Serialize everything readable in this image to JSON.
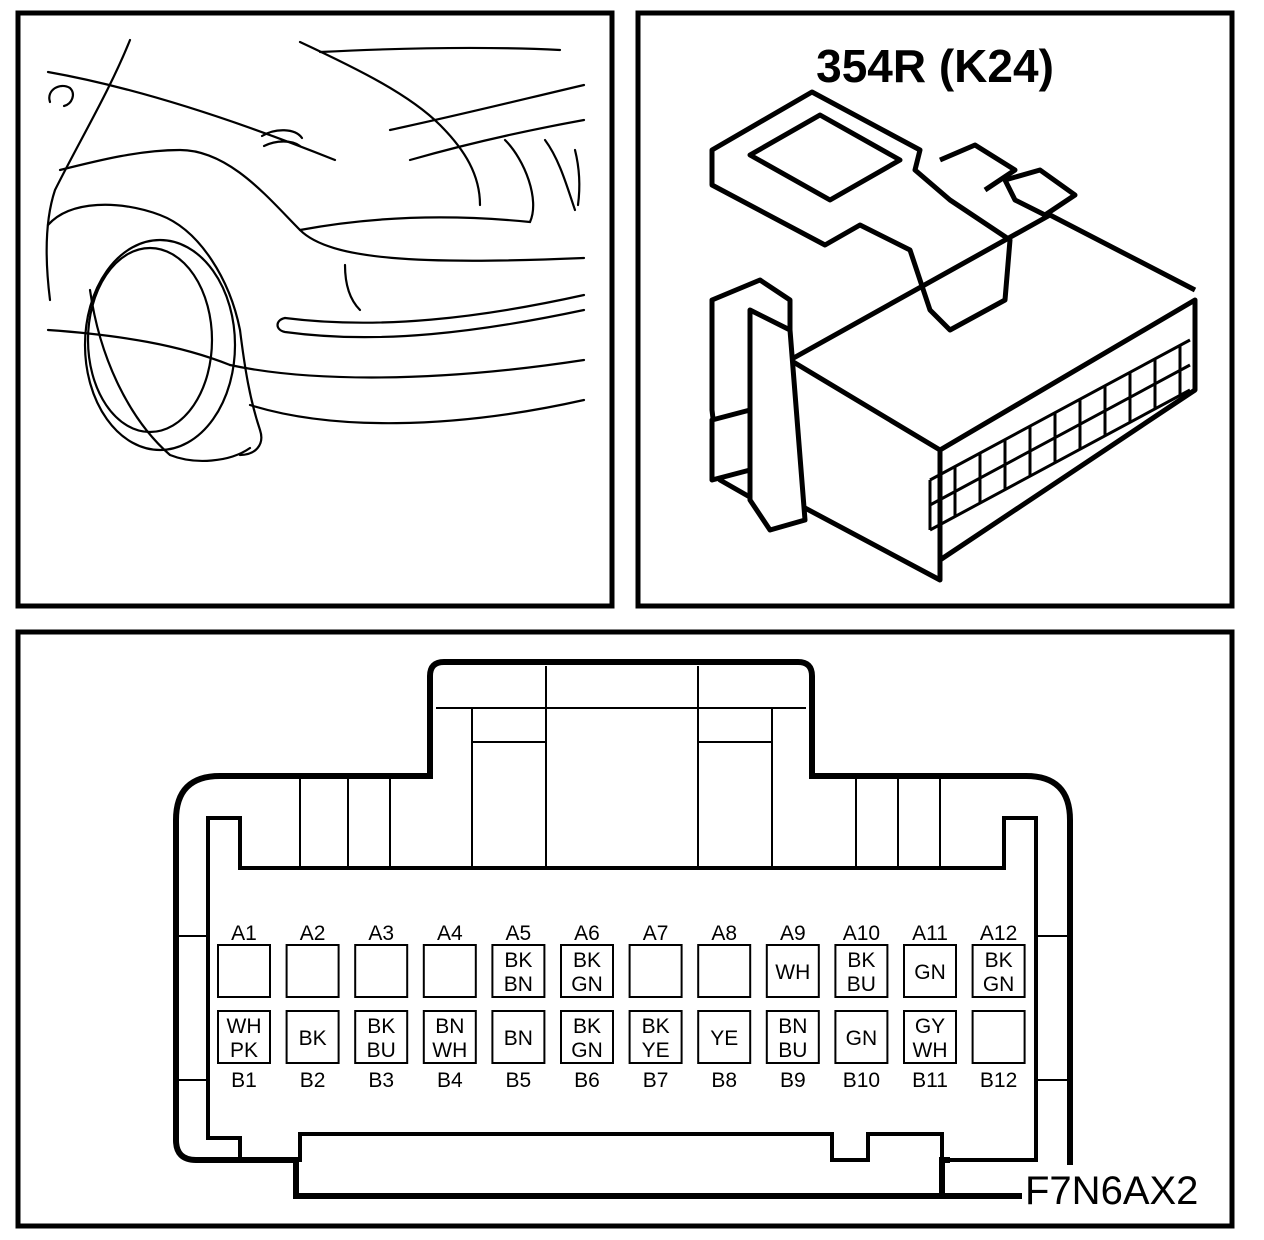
{
  "connector_title": "354R (K24)",
  "figure_code": "F7N6AX2",
  "row_a": [
    {
      "pin": "A1",
      "wires": []
    },
    {
      "pin": "A2",
      "wires": []
    },
    {
      "pin": "A3",
      "wires": []
    },
    {
      "pin": "A4",
      "wires": []
    },
    {
      "pin": "A5",
      "wires": [
        "BK",
        "BN"
      ]
    },
    {
      "pin": "A6",
      "wires": [
        "BK",
        "GN"
      ]
    },
    {
      "pin": "A7",
      "wires": []
    },
    {
      "pin": "A8",
      "wires": []
    },
    {
      "pin": "A9",
      "wires": [
        "WH"
      ]
    },
    {
      "pin": "A10",
      "wires": [
        "BK",
        "BU"
      ]
    },
    {
      "pin": "A11",
      "wires": [
        "GN"
      ]
    },
    {
      "pin": "A12",
      "wires": [
        "BK",
        "GN"
      ]
    }
  ],
  "row_b": [
    {
      "pin": "B1",
      "wires": [
        "WH",
        "PK"
      ]
    },
    {
      "pin": "B2",
      "wires": [
        "BK"
      ]
    },
    {
      "pin": "B3",
      "wires": [
        "BK",
        "BU"
      ]
    },
    {
      "pin": "B4",
      "wires": [
        "BN",
        "WH"
      ]
    },
    {
      "pin": "B5",
      "wires": [
        "BN"
      ]
    },
    {
      "pin": "B6",
      "wires": [
        "BK",
        "GN"
      ]
    },
    {
      "pin": "B7",
      "wires": [
        "BK",
        "YE"
      ]
    },
    {
      "pin": "B8",
      "wires": [
        "YE"
      ]
    },
    {
      "pin": "B9",
      "wires": [
        "BN",
        "BU"
      ]
    },
    {
      "pin": "B10",
      "wires": [
        "GN"
      ]
    },
    {
      "pin": "B11",
      "wires": [
        "GY",
        "WH"
      ]
    },
    {
      "pin": "B12",
      "wires": []
    }
  ]
}
